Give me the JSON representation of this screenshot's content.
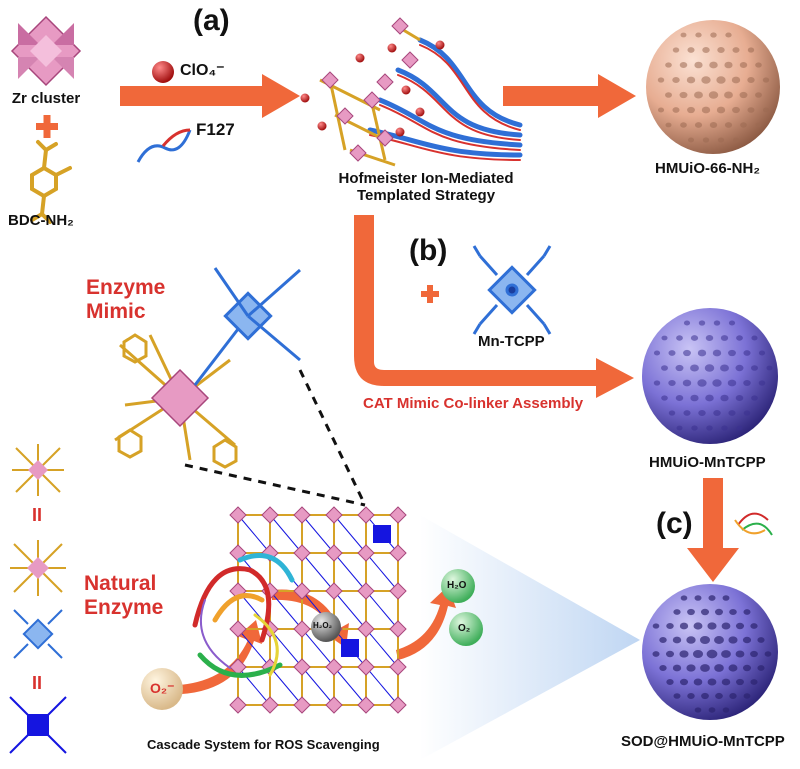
{
  "panels": {
    "a": "(a)",
    "b": "(b)",
    "c": "(c)"
  },
  "labels": {
    "zr_cluster": "Zr cluster",
    "bdc_nh2": "BDC-NH₂",
    "clo4": "ClO₄⁻",
    "f127": "F127",
    "hofmeister_line1": "Hofmeister Ion-Mediated",
    "hofmeister_line2": "Templated Strategy",
    "hmuio_66_nh2": "HMUiO-66-NH₂",
    "mn_tcpp": "Mn-TCPP",
    "cat_mimic": "CAT Mimic Co-linker Assembly",
    "hmuio_mntcpp": "HMUiO-MnTCPP",
    "enzyme_mimic_line1": "Enzyme",
    "enzyme_mimic_line2": "Mimic",
    "natural_enzyme_line1": "Natural",
    "natural_enzyme_line2": "Enzyme",
    "h2o2": "H₂O₂",
    "h2o": "H₂O",
    "o2": "O₂",
    "o2_radical": "O₂⁻",
    "legend_equals_1": "II",
    "legend_equals_2": "II",
    "cascade": "Cascade System for ROS Scavenging",
    "sod_hmuio": "SOD@HMUiO-MnTCPP"
  },
  "colors": {
    "arrow": "#f0683a",
    "label_red": "#d8322e",
    "zr_pink": "#e79ac3",
    "linker_gold": "#d6a226",
    "porphyrin_blue": "#2f6fd6",
    "mn_square": "#1515e0",
    "sphere_peach": "#e7ad92",
    "sphere_purple": "#7c72d6",
    "clo4_red": "#c41a1a",
    "water_green": "#3fae5a"
  },
  "icons": [
    "zr-cluster-icon",
    "bdc-linker-icon",
    "mn-tcpp-icon",
    "protein-icon",
    "mof-lattice-icon"
  ]
}
